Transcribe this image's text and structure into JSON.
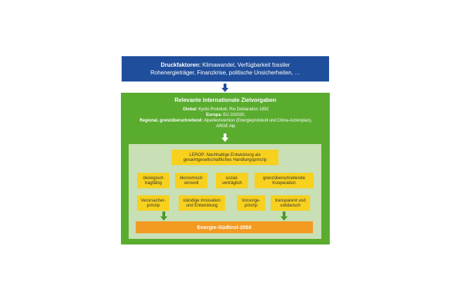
{
  "druckfaktoren": {
    "label": "Druckfaktoren:",
    "text_line1": " Klimawandel,  Verfügbarkeit fossiler",
    "text_line2": "Rohenergieträger, Finanzkrise, politische Unsicherheiten, …"
  },
  "ziel": {
    "title": "Relevante internationale Zielvorgaben",
    "global_label": "Global:",
    "global_text": " Kyoto Protokoll, Rio Deklaration 1992",
    "europa_label": "Europa:",
    "europa_text": " EU 202020,",
    "regional_label": "Regional, grenzüberschreitend:",
    "regional_text": " Alpenkonvention (Energieprotokoll und Clima-Actionplan), ARGE Alp"
  },
  "lerop": {
    "line1": "LEROP: Nachhaltige Entwicklung als",
    "line2": "gesamtgesellschaftliches Handlungsprinzip"
  },
  "principles_row1": [
    {
      "line1": "ökologisch",
      "line2": "tragfähig"
    },
    {
      "line1": "ökonomisch",
      "line2": "sinnvoll"
    },
    {
      "line1": "sozial-",
      "line2": "verträglich"
    },
    {
      "line1": "grenzüberschreitende",
      "line2": "Kooperation"
    }
  ],
  "principles_row2": [
    {
      "line1": "Verursacher-",
      "line2": "prinzip"
    },
    {
      "line1": "ständige Innovation",
      "line2": "und Entwicklung"
    },
    {
      "line1": "Vorsorge-",
      "line2": "prinzip"
    },
    {
      "line1": "transparent und",
      "line2": "solidarisch"
    }
  ],
  "energie": {
    "label": "Energie-Südtirol-2050"
  },
  "colors": {
    "druck_bg": "#1f4e9c",
    "ziel_bg": "#5aac2f",
    "inner_bg": "#c9dfb5",
    "box_yellow": "#f7d11e",
    "energie_orange": "#f39a23",
    "arrow_green": "#4a9a2a"
  }
}
